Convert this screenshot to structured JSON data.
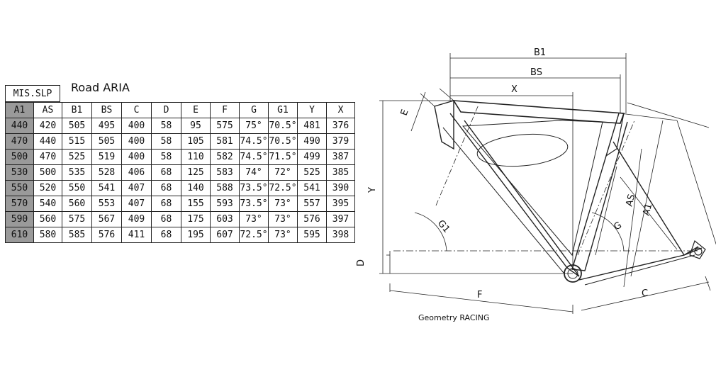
{
  "size_label": "MIS.SLP",
  "title": "Road ARIA",
  "table": {
    "columns": [
      "A1",
      "AS",
      "B1",
      "BS",
      "C",
      "D",
      "E",
      "F",
      "G",
      "G1",
      "Y",
      "X"
    ],
    "rows": [
      [
        "440",
        "420",
        "505",
        "495",
        "400",
        "58",
        "95",
        "575",
        "75°",
        "70.5°",
        "481",
        "376"
      ],
      [
        "470",
        "440",
        "515",
        "505",
        "400",
        "58",
        "105",
        "581",
        "74.5°",
        "70.5°",
        "490",
        "379"
      ],
      [
        "500",
        "470",
        "525",
        "519",
        "400",
        "58",
        "110",
        "582",
        "74.5°",
        "71.5°",
        "499",
        "387"
      ],
      [
        "530",
        "500",
        "535",
        "528",
        "406",
        "68",
        "125",
        "583",
        "74°",
        "72°",
        "525",
        "385"
      ],
      [
        "550",
        "520",
        "550",
        "541",
        "407",
        "68",
        "140",
        "588",
        "73.5°",
        "72.5°",
        "541",
        "390"
      ],
      [
        "570",
        "540",
        "560",
        "553",
        "407",
        "68",
        "155",
        "593",
        "73.5°",
        "73°",
        "557",
        "395"
      ],
      [
        "590",
        "560",
        "575",
        "567",
        "409",
        "68",
        "175",
        "603",
        "73°",
        "73°",
        "576",
        "397"
      ],
      [
        "610",
        "580",
        "585",
        "576",
        "411",
        "68",
        "195",
        "607",
        "72.5°",
        "73°",
        "595",
        "398"
      ]
    ]
  },
  "diagram": {
    "caption": "Geometry RACING",
    "labels": {
      "B1": "B1",
      "BS": "BS",
      "X": "X",
      "E": "E",
      "Y": "Y",
      "G1": "G1",
      "G": "G",
      "AS": "AS",
      "A1": "A1",
      "D": "D",
      "F": "F",
      "C": "C"
    }
  }
}
